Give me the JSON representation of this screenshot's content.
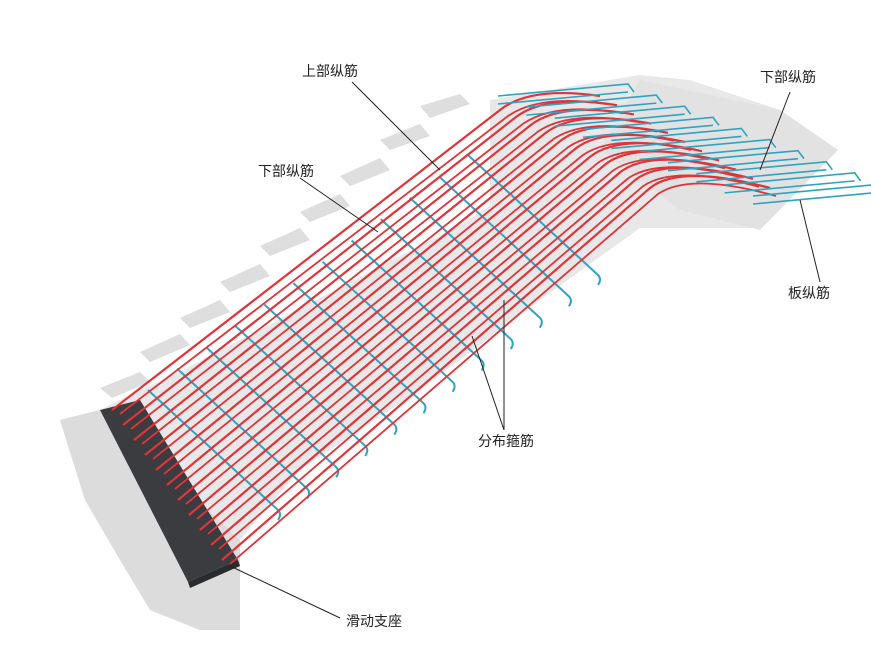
{
  "labels": {
    "top_longitudinal": "上部纵筋",
    "bottom_longitudinal_right": "下部纵筋",
    "bottom_longitudinal_left": "下部纵筋",
    "slab_longitudinal": "板纵筋",
    "distribution_stirrup": "分布箍筋",
    "sliding_support": "滑动支座"
  },
  "colors": {
    "top_bar": "#e0333a",
    "blue_bar": "#2ea3c2",
    "concrete": "#e6e6e6",
    "concrete_dark": "#d9d9d9",
    "support": "#3a3c3f"
  }
}
